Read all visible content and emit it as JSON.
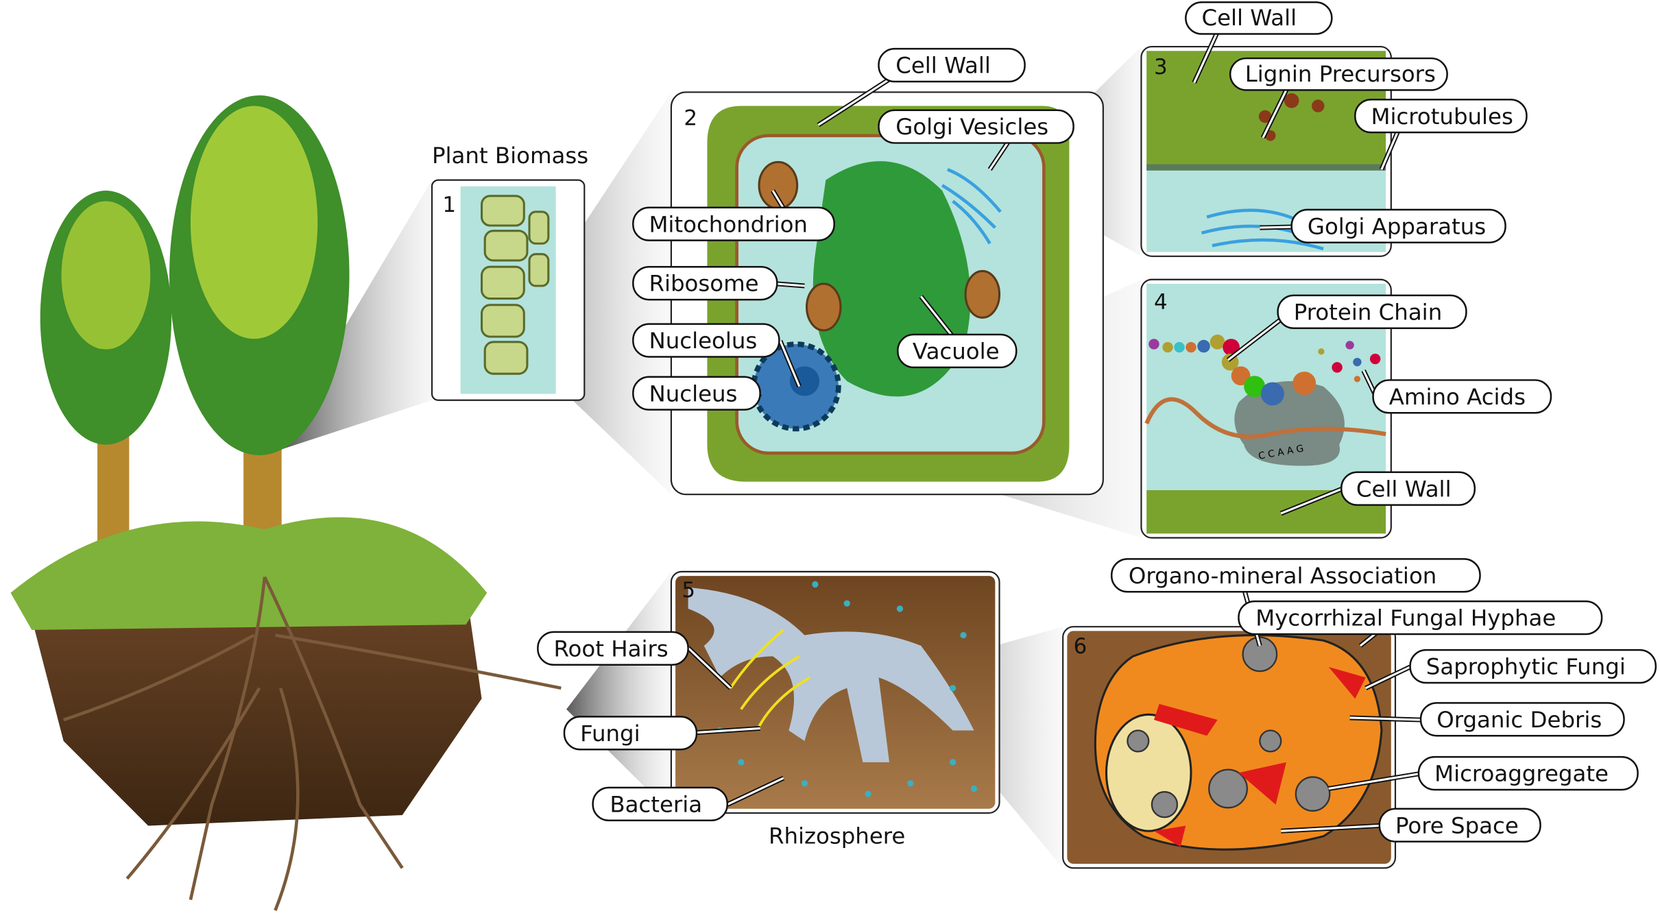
{
  "headings": {
    "plant_biomass": "Plant Biomass",
    "rhizosphere": "Rhizosphere"
  },
  "panel_numbers": [
    "1",
    "2",
    "3",
    "4",
    "5",
    "6"
  ],
  "labels": {
    "cell_wall_top": "Cell Wall",
    "cell_wall_2": "Cell Wall",
    "golgi_vesicles": "Golgi Vesicles",
    "lignin_precursors": "Lignin Precursors",
    "microtubules": "Microtubules",
    "mitochondrion": "Mitochondrion",
    "golgi_apparatus": "Golgi Apparatus",
    "ribosome": "Ribosome",
    "nucleolus": "Nucleolus",
    "vacuole": "Vacuole",
    "nucleus": "Nucleus",
    "protein_chain": "Protein Chain",
    "amino_acids": "Amino Acids",
    "cell_wall_4": "Cell Wall",
    "organo_mineral": "Organo-mineral Association",
    "mycorrhizal": "Mycorrhizal Fungal Hyphae",
    "saprophytic": "Saprophytic Fungi",
    "organic_debris": "Organic Debris",
    "microaggregate": "Microaggregate",
    "pore_space": "Pore Space",
    "root_hairs": "Root Hairs",
    "fungi": "Fungi",
    "bacteria": "Bacteria"
  },
  "sequence": "C C A A G",
  "colors": {
    "leaf_green": "#4a9a2a",
    "cell_wall_green": "#7aa32e",
    "cytoplasm": "#b3e3dc",
    "vacuole": "#2f9a3a",
    "soil": "#5a3a1e",
    "rhizo_soil": "#8a5a2e",
    "aggregate_orange": "#f08a1e",
    "golgi_blue": "#3aa0e0"
  }
}
